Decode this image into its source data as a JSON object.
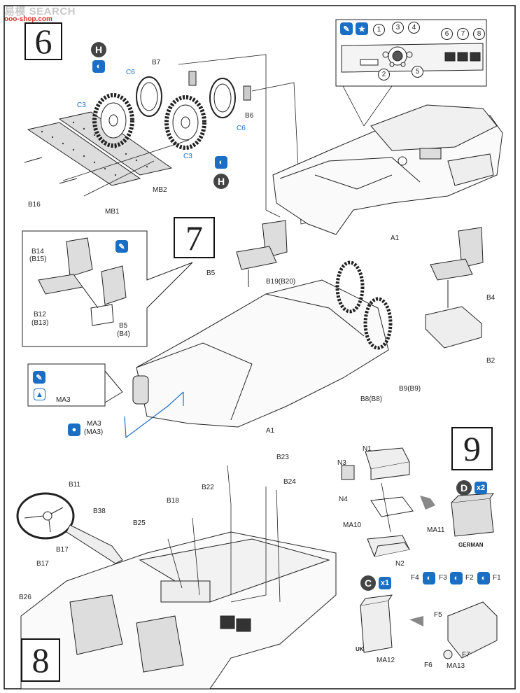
{
  "watermark": {
    "top": "易模 SEARCH",
    "sub": "ooo-shop.com"
  },
  "steps": {
    "six": "6",
    "seven": "7",
    "eight": "8",
    "nine": "9"
  },
  "icon_letters": {
    "h": "H",
    "d": "D",
    "c": "C"
  },
  "dash_inset": {
    "nums": [
      "1",
      "2",
      "3",
      "4",
      "5",
      "6",
      "7",
      "8"
    ]
  },
  "multipliers": {
    "x2": "x2",
    "x1": "x1"
  },
  "step6": {
    "B7": "B7",
    "C6a": "C6",
    "C3a": "C3",
    "B6": "B6",
    "C6b": "C6",
    "C3b": "C3",
    "MB2": "MB2",
    "MB1": "MB1",
    "B16": "B16",
    "A1": "A1"
  },
  "step7": {
    "B14": "B14",
    "B15": "(B15)",
    "B12": "B12",
    "B13": "(B13)",
    "B5i": "B5",
    "B4i": "(B4)",
    "B5": "B5",
    "B19": "B19(B20)",
    "B4": "B4",
    "B2": "B2",
    "B9": "B9(B9)",
    "B8": "B8(B8)",
    "MA3a": "MA3",
    "MA3b": "MA3",
    "MA3c": "(MA3)",
    "A1": "A1"
  },
  "step8": {
    "B11": "B11",
    "B38": "B38",
    "B17a": "B17",
    "B17b": "B17",
    "B26": "B26",
    "B25": "B25",
    "B18": "B18",
    "B22": "B22",
    "B23": "B23",
    "B24": "B24"
  },
  "step9": {
    "N1": "N1",
    "N3": "N3",
    "N4": "N4",
    "MA10": "MA10",
    "N2": "N2",
    "MA11": "MA11",
    "german": "GERMAN",
    "F4": "F4",
    "F3": "F3",
    "F2": "F2",
    "F1": "F1",
    "F5": "F5",
    "F6": "F6",
    "F7": "F7",
    "MA13": "MA13",
    "MA12": "MA12",
    "uk": "UK"
  }
}
